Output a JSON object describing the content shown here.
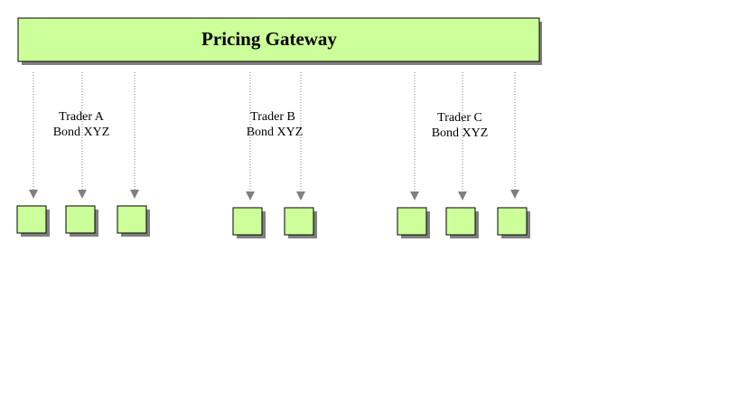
{
  "gateway": {
    "title": "Pricing Gateway"
  },
  "groups": [
    {
      "trader": "Trader A",
      "bond": "Bond XYZ"
    },
    {
      "trader": "Trader B",
      "bond": "Bond XYZ"
    },
    {
      "trader": "Trader C",
      "bond": "Bond XYZ"
    }
  ],
  "colors": {
    "box_fill": "#ccff99",
    "box_stroke": "#000000",
    "shadow": "#808080",
    "arrow": "#808080"
  }
}
